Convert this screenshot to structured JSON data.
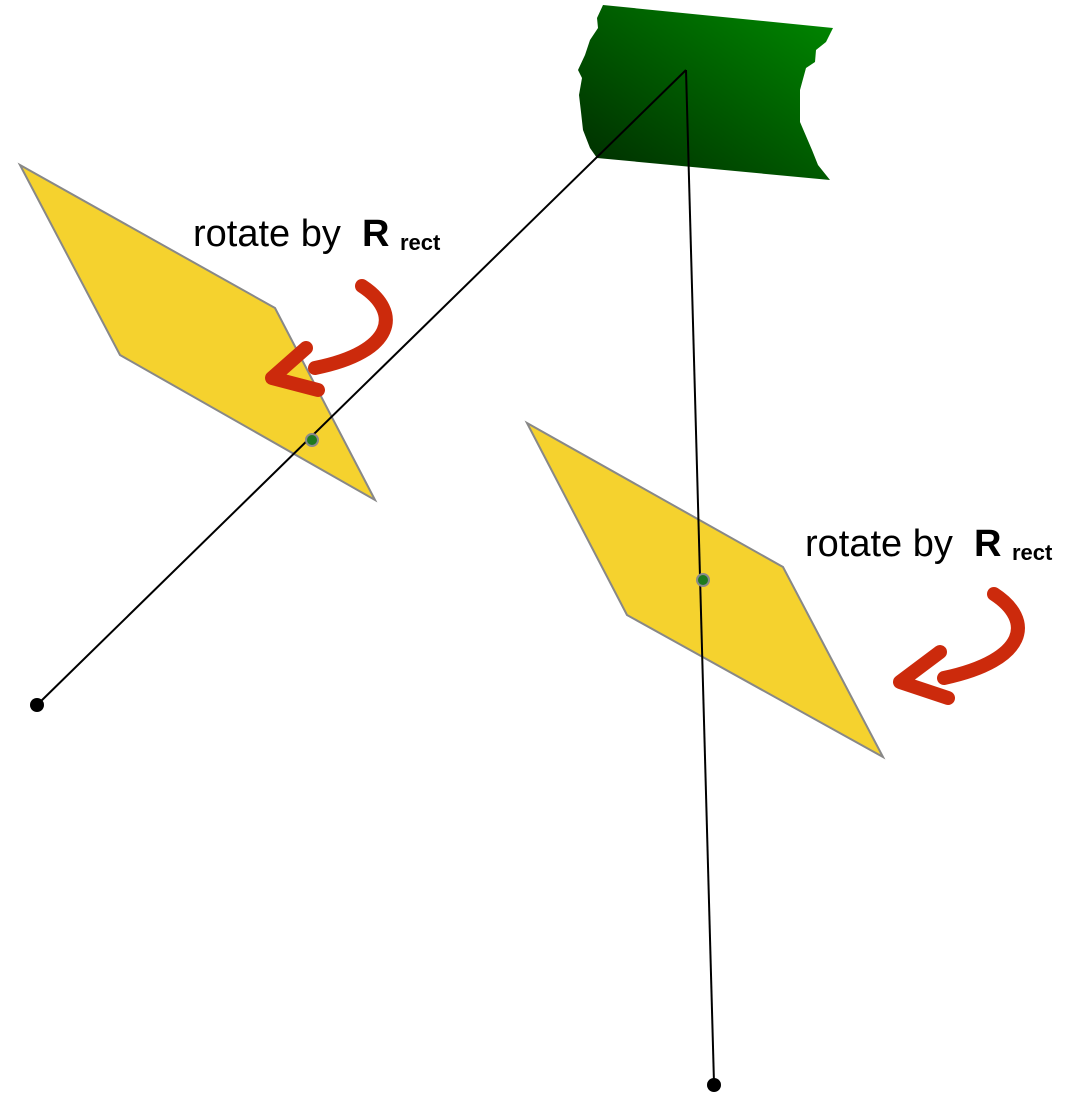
{
  "labels": {
    "left": {
      "prefix": "rotate by ",
      "symbol": "R",
      "subscript": "rect"
    },
    "right": {
      "prefix": "rotate by ",
      "symbol": "R",
      "subscript": "rect"
    }
  },
  "colors": {
    "plane_fill": "#f5d22e",
    "plane_stroke": "#888888",
    "arrow": "#cc2a0c",
    "ray": "#000000",
    "camera_dark": "#003300",
    "camera_light": "#008000",
    "center_point": "#1e7a1e"
  }
}
